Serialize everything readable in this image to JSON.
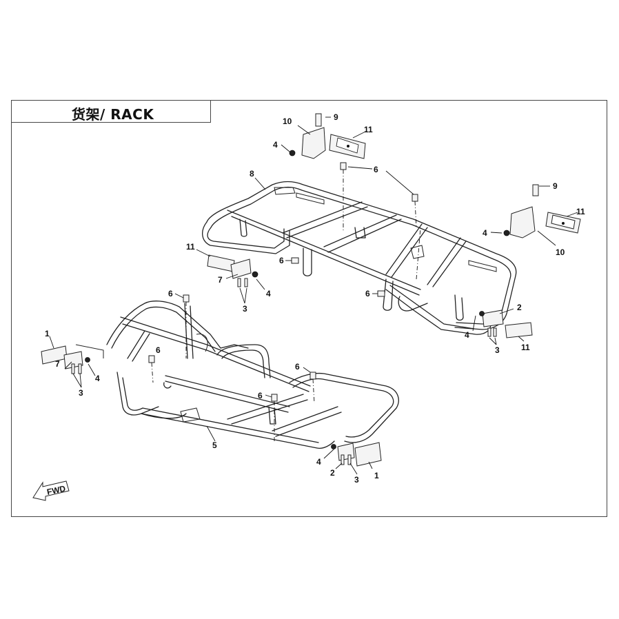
{
  "title": "货架/ RACK",
  "fwd": "FWD",
  "callouts": [
    {
      "id": "c9-top",
      "label": "9"
    },
    {
      "id": "c10-top",
      "label": "10"
    },
    {
      "id": "c11-top",
      "label": "11"
    },
    {
      "id": "c4-top",
      "label": "4"
    },
    {
      "id": "c8",
      "label": "8"
    },
    {
      "id": "c6-top",
      "label": "6"
    },
    {
      "id": "c9-right",
      "label": "9"
    },
    {
      "id": "c11-right",
      "label": "11"
    },
    {
      "id": "c4-right",
      "label": "4"
    },
    {
      "id": "c10-right",
      "label": "10"
    },
    {
      "id": "c11-left",
      "label": "11"
    },
    {
      "id": "c6-mid",
      "label": "6"
    },
    {
      "id": "c7-upper",
      "label": "7"
    },
    {
      "id": "c4-upper",
      "label": "4"
    },
    {
      "id": "c3-upper",
      "label": "3"
    },
    {
      "id": "c6-upper-right",
      "label": "6"
    },
    {
      "id": "c2-right",
      "label": "2"
    },
    {
      "id": "c4-rr",
      "label": "4"
    },
    {
      "id": "c3-rr",
      "label": "3"
    },
    {
      "id": "c11-rr",
      "label": "11"
    },
    {
      "id": "c6-front-top",
      "label": "6"
    },
    {
      "id": "c1-left",
      "label": "1"
    },
    {
      "id": "c6-front-inner",
      "label": "6"
    },
    {
      "id": "c7-left",
      "label": "7"
    },
    {
      "id": "c4-left",
      "label": "4"
    },
    {
      "id": "c3-left",
      "label": "3"
    },
    {
      "id": "c6-front-right",
      "label": "6"
    },
    {
      "id": "c6-front-center",
      "label": "6"
    },
    {
      "id": "c5",
      "label": "5"
    },
    {
      "id": "c4-front",
      "label": "4"
    },
    {
      "id": "c2-front",
      "label": "2"
    },
    {
      "id": "c3-front",
      "label": "3"
    },
    {
      "id": "c1-front",
      "label": "1"
    }
  ]
}
